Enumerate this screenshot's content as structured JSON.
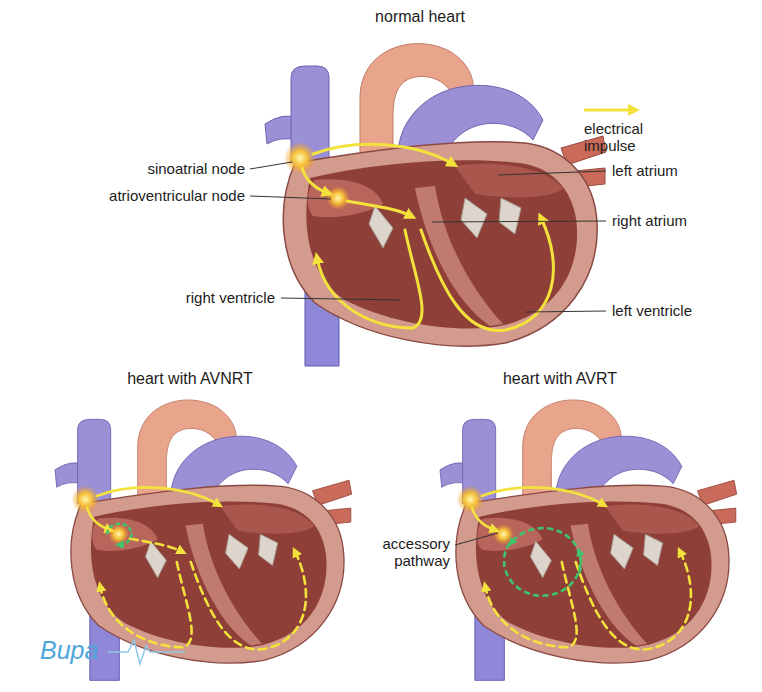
{
  "diagram": {
    "labels": [
      "normal heart",
      "sinoatrial node",
      "atrioventricular node",
      "left atrium",
      "right atrium",
      "right ventricle",
      "left ventricle",
      "heart with AVNRT",
      "heart with AVRT",
      "accessory pathway",
      "Bupa"
    ],
    "legend": [
      {
        "text": "electrical impulse"
      }
    ]
  }
}
